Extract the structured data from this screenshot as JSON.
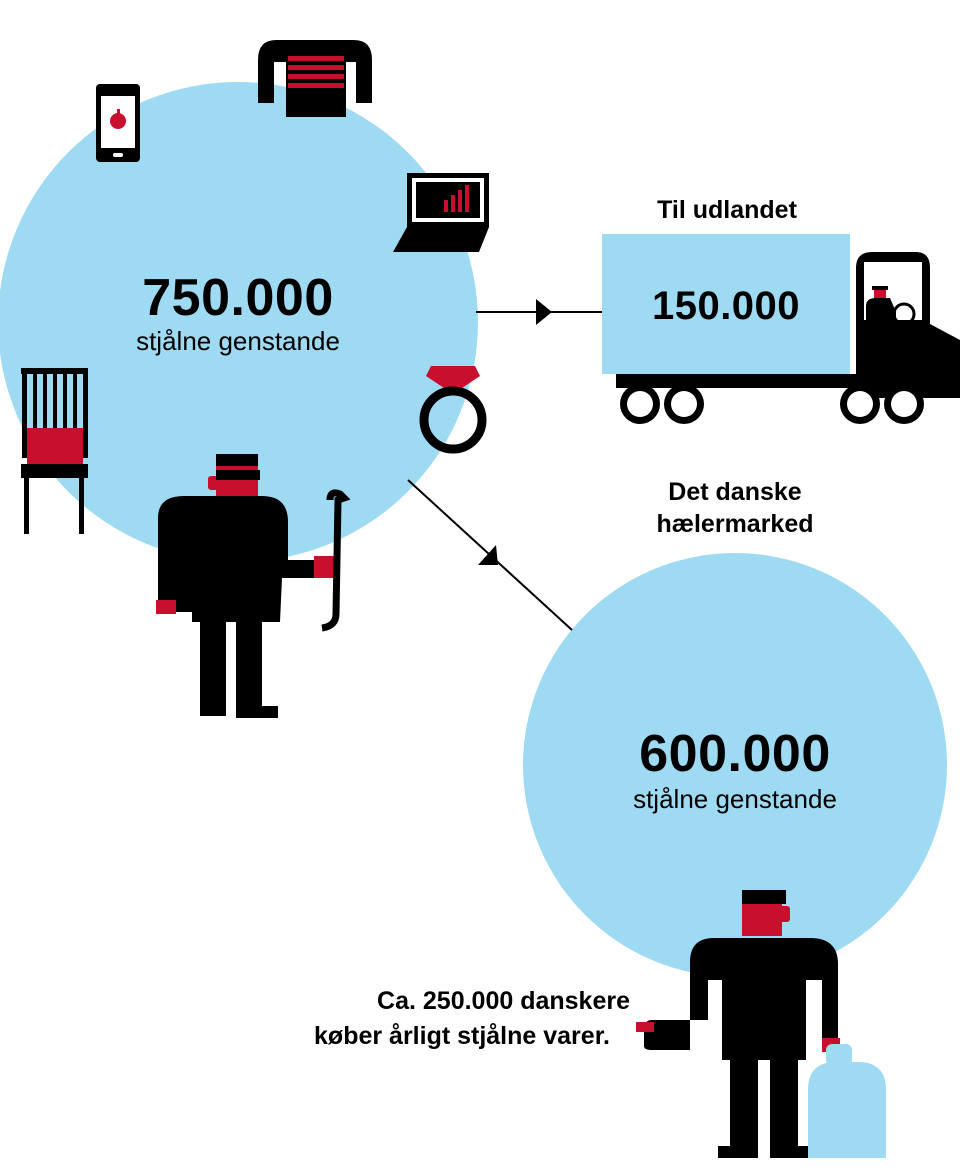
{
  "stolen": {
    "total_value": "750.000",
    "total_label": "stjålne genstande"
  },
  "abroad": {
    "title": "Til udlandet",
    "value": "150.000"
  },
  "domestic": {
    "title_line1": "Det danske",
    "title_line2": "hælermarked",
    "value": "600.000",
    "label": "stjålne genstande"
  },
  "buyers": {
    "line1": "Ca. 250.000 danskere",
    "line2": "køber årligt stjålne varer."
  },
  "colors": {
    "circle": "#9fdaf3",
    "accent": "#c8102e",
    "ink": "#000000"
  },
  "icons": [
    "phone-icon",
    "sweater-icon",
    "laptop-chart-icon",
    "chair-icon",
    "ring-icon",
    "thief-figure-icon",
    "truck-icon",
    "buyer-figure-icon",
    "bag-icon"
  ]
}
